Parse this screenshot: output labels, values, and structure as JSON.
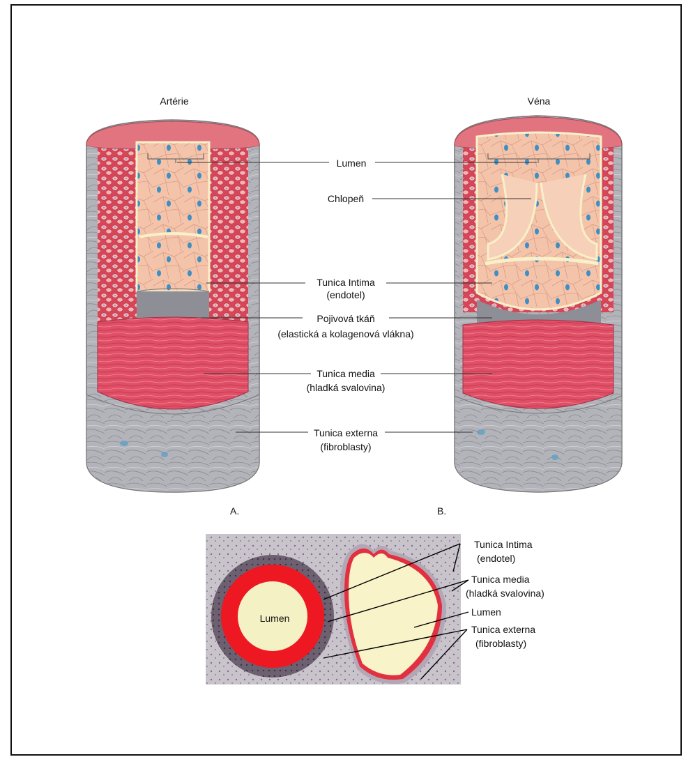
{
  "titles": {
    "artery": "Artérie",
    "vein": "Véna"
  },
  "captions": {
    "a": "A.",
    "b": "B."
  },
  "labels": {
    "lumen": "Lumen",
    "valve": "Chlopeň",
    "intima_1": "Tunica Intima",
    "intima_2": "(endotel)",
    "connective_1": "Pojivová tkáň",
    "connective_2": "(elastická a kolagenová vlákna)",
    "media_1": "Tunica media",
    "media_2": "(hladká svalovina)",
    "externa_1": "Tunica externa",
    "externa_2": "(fibroblasty)"
  },
  "micro_labels": {
    "lumen_inside": "Lumen",
    "intima_1": "Tunica Intima",
    "intima_2": "(endotel)",
    "media_1": "Tunica media",
    "media_2": "(hladká svalovina)",
    "lumen": "Lumen",
    "externa_1": "Tunica externa",
    "externa_2": "(fibroblasty)"
  },
  "colors": {
    "media": "#e3566a",
    "media_light": "#f0a0a6",
    "intima": "#f3c2a8",
    "nucleus": "#3f8fc4",
    "externa": "#a9a9b0",
    "adventitia_dark": "#8c8c94",
    "stain_red": "#f0141e",
    "lumen_yellow": "#fbf6c8"
  }
}
